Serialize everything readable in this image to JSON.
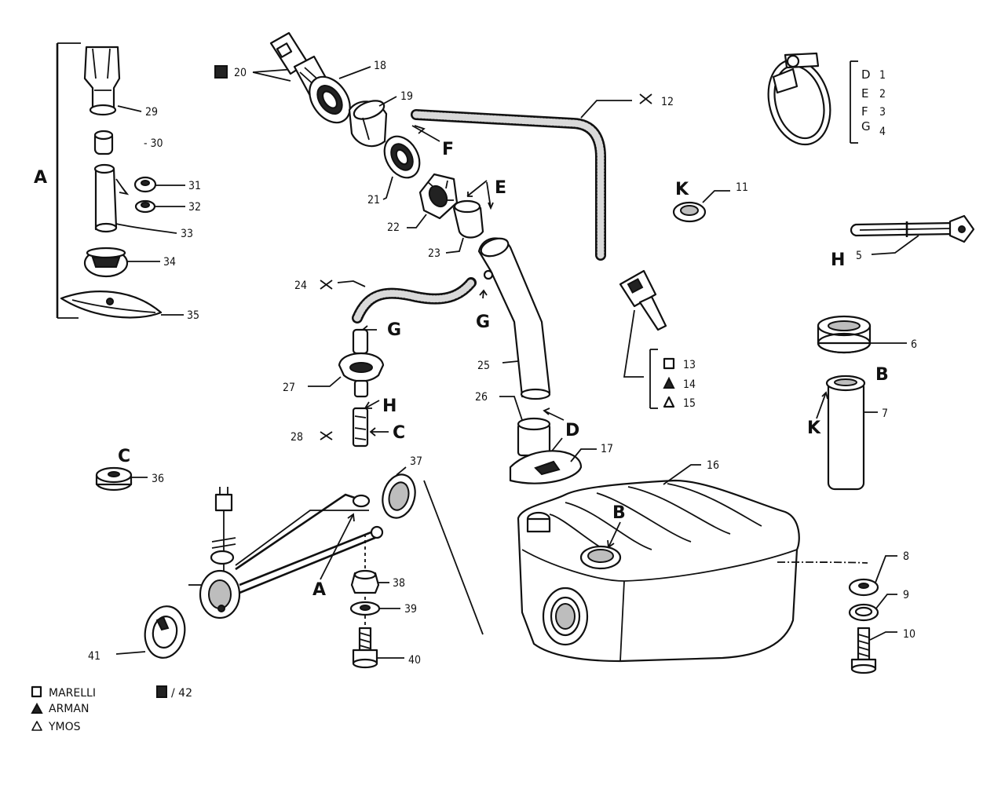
{
  "labels": {
    "A_group": "A",
    "n29": "29",
    "n30": "- 30",
    "n31": "31",
    "n32": "32",
    "n33": "33",
    "n34": "34",
    "n35": "35",
    "n20": "20",
    "n18": "18",
    "n19": "19",
    "F": "F",
    "n21": "21",
    "n22": "22",
    "E": "E",
    "n23": "23",
    "n12": "12",
    "n24": "24",
    "G_left": "G",
    "G_right": "G",
    "n27": "27",
    "H_left": "H",
    "n28": "28",
    "C_left": "C",
    "n25": "25",
    "n26": "26",
    "D": "D",
    "n17": "17",
    "n36": "36",
    "C_small": "C",
    "n37": "37",
    "A_pump": "A",
    "n38": "38",
    "n39": "39",
    "n40": "40",
    "n41": "41",
    "n16": "16",
    "B_tank": "B",
    "n13": "13",
    "n14": "14",
    "n15": "15",
    "K_top": "K",
    "n11": "11",
    "H_right": "H",
    "n5": "5",
    "n6": "6",
    "B_right": "B",
    "K_right": "K",
    "n7": "7",
    "n8": "8",
    "n9": "9",
    "n10": "10",
    "clamp_D": "D",
    "clamp_E": "E",
    "clamp_F": "F",
    "clamp_G": "G",
    "clamp_1": "1",
    "clamp_2": "2",
    "clamp_3": "3",
    "clamp_4": "4"
  },
  "legend": {
    "marelli": "MARELLI",
    "arman": "ARMAN",
    "ymos": "YMOS",
    "n42": "/ 42"
  }
}
